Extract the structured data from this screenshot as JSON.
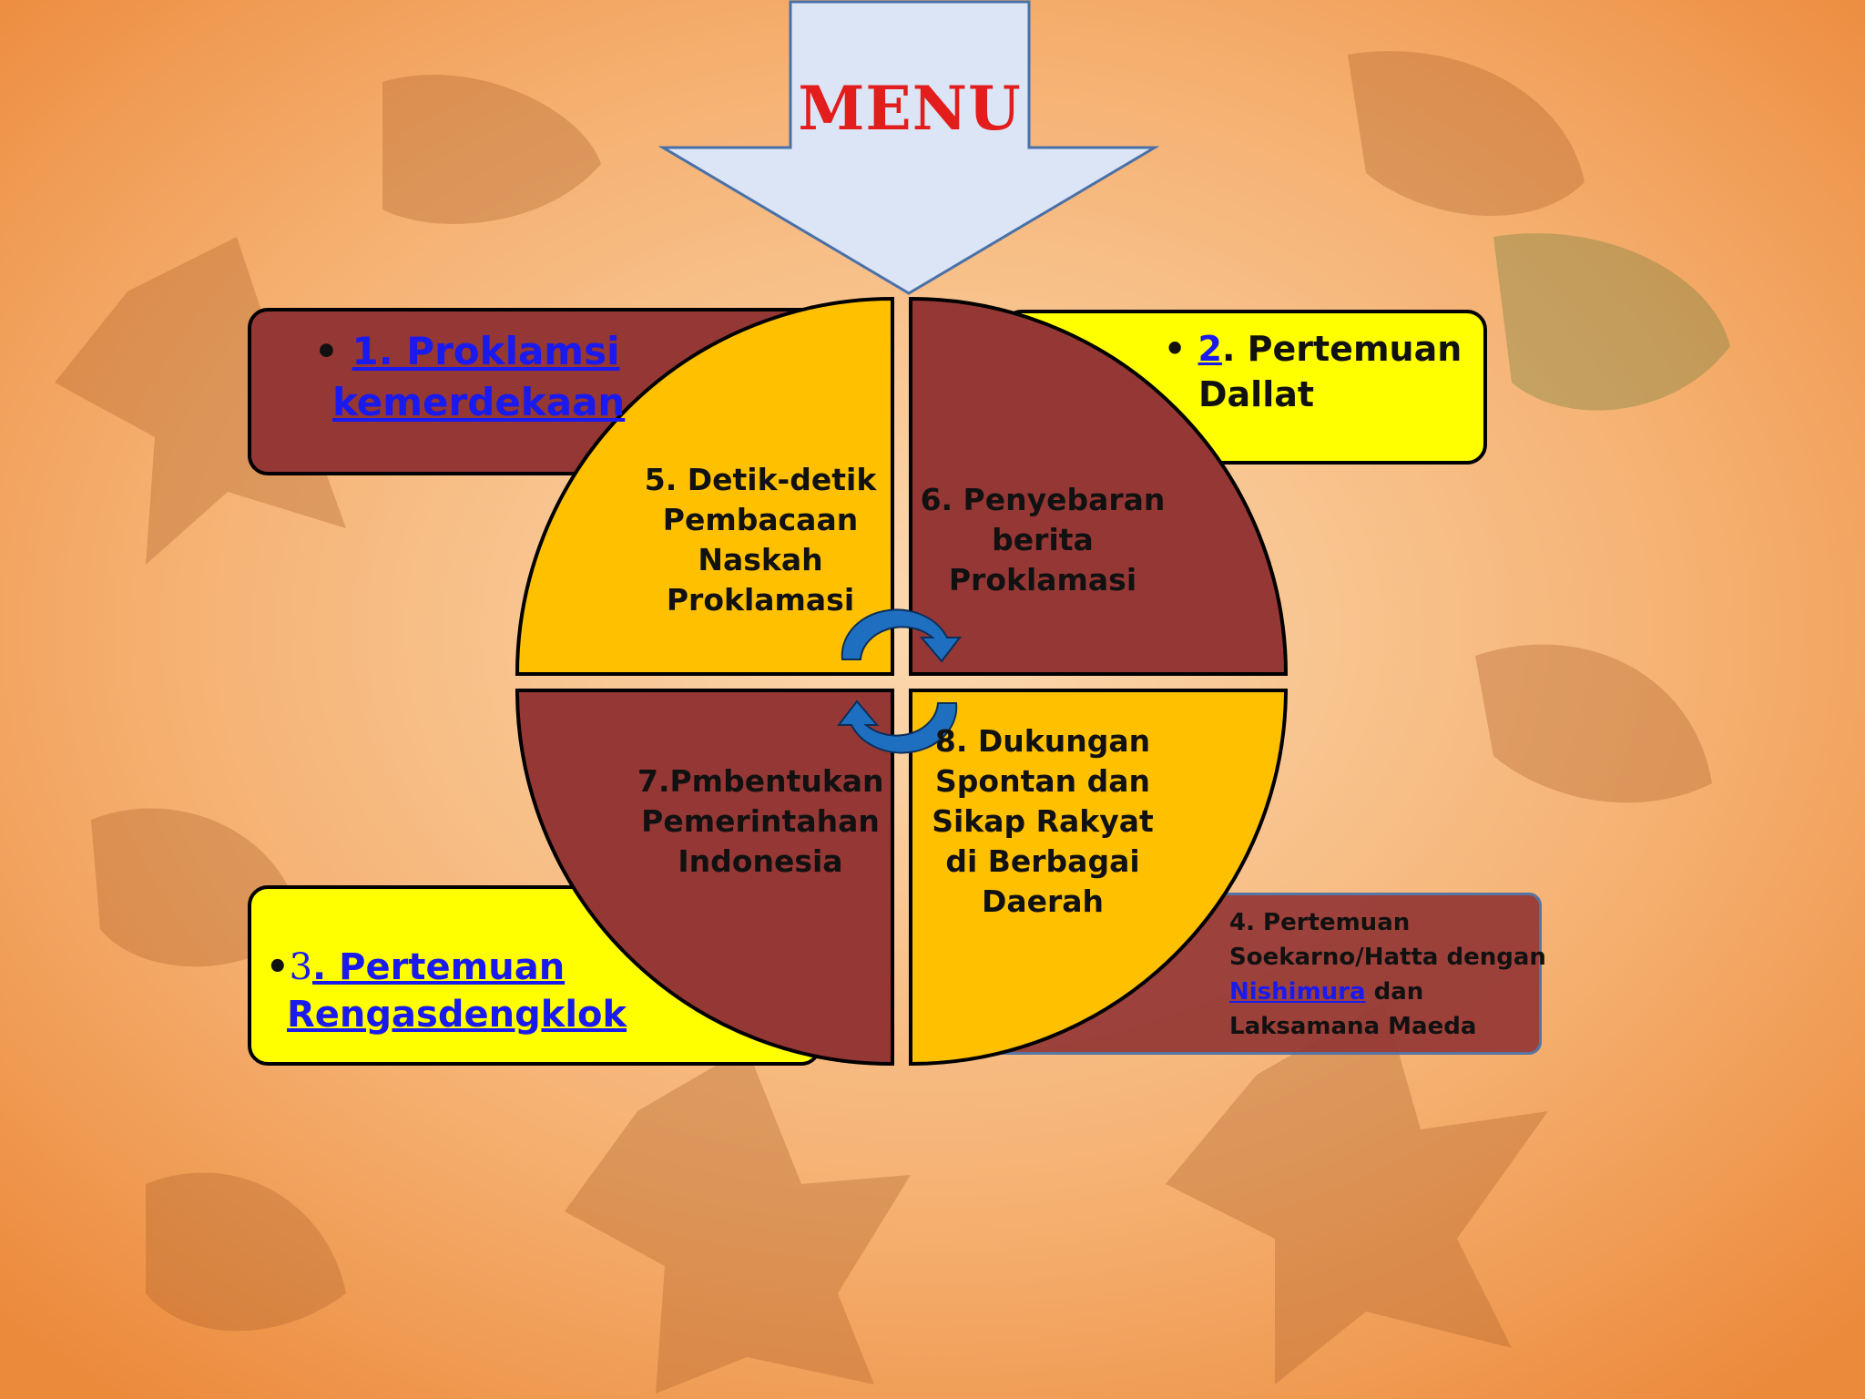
{
  "arrow": {
    "title": "MENU"
  },
  "boxes": {
    "b1": {
      "bullet": "•",
      "link_line1": "1. Proklamsi",
      "link_line2": "kemerdekaan"
    },
    "b2": {
      "bullet": "•",
      "link_num": "2",
      "text_line1": ". Pertemuan",
      "text_line2": "Dallat"
    },
    "b3": {
      "bullet": "•",
      "num": "3",
      "link_line1": ". Pertemuan",
      "link_line2": "Rengasdengklok"
    },
    "b4": {
      "line1": "4. Pertemuan",
      "line2": "Soekarno/Hatta dengan",
      "link": "Nishimura",
      "line3_rest": " dan",
      "line4": "Laksamana Maeda"
    }
  },
  "quadrants": {
    "q5": [
      "5. Detik-detik",
      "Pembacaan",
      "Naskah",
      "Proklamasi"
    ],
    "q6": [
      "6. Penyebaran",
      "berita",
      "Proklamasi"
    ],
    "q7": [
      "7.Pmbentukan",
      "Pemerintahan",
      "Indonesia"
    ],
    "q8": [
      "8.  Dukungan",
      "Spontan dan",
      "Sikap Rakyat",
      "di Berbagai",
      "Daerah"
    ]
  },
  "colors": {
    "bg_center": "#f9c89a",
    "bg_edge": "#ee8a3a",
    "maroon": "#953735",
    "gold": "#ffc000",
    "yellow": "#ffff00",
    "arrow_fill": "#dbe5f5",
    "arrow_stroke": "#4a70a8",
    "menu_red": "#e31c1c",
    "cycle_arrow": "#1f6fc0"
  },
  "icons": [
    "cycle-arrow-icon",
    "cycle-arrow-icon"
  ]
}
